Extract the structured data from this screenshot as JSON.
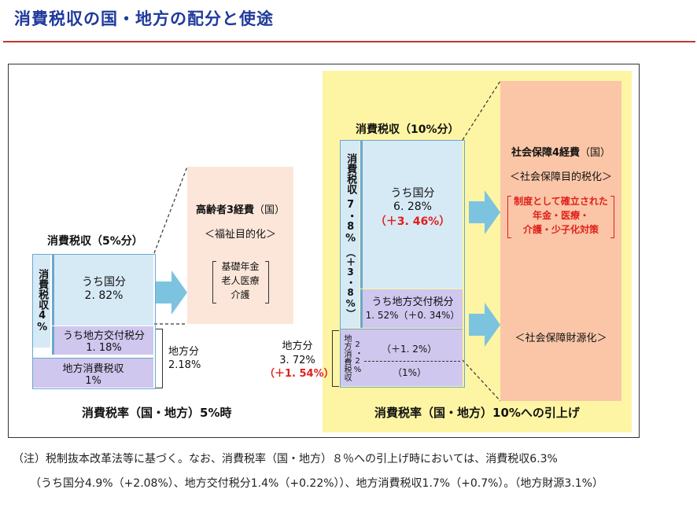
{
  "title": "消費税収の国・地方の配分と使途",
  "left": {
    "header": "消費税収（5%分）",
    "vertical_label": "消費税収4%",
    "kuni": {
      "label": "うち国分",
      "value": "2. 82%"
    },
    "koufu": {
      "label": "うち地方交付税分",
      "value": "1. 18%"
    },
    "chihou_shouhi": {
      "label": "地方消費税収",
      "value": "1%"
    },
    "chihou_bun": {
      "label": "地方分",
      "value": "2.18%"
    },
    "footer": "消費税率（国・地方）5%時"
  },
  "elderly": {
    "title_bold": "高齢者3経費",
    "title_suffix": "（国）",
    "purpose": "＜福祉目的化＞",
    "items": [
      "基礎年金",
      "老人医療",
      "介護"
    ]
  },
  "right": {
    "header": "消費税収（10%分）",
    "vertical_label_main": "消費税収",
    "vertical_label_pct": "7・8%",
    "vertical_label_delta": "（＋3・8%）",
    "kuni": {
      "label": "うち国分",
      "value": "6. 28%",
      "delta": "（＋3. 46%）"
    },
    "koufu": {
      "label": "うち地方交付税分",
      "value": "1. 52%（＋0. 34%）"
    },
    "chihou_vertical": "地方消費税収",
    "chihou_pct": "2・2%",
    "chihou_delta1": "（＋1. 2%）",
    "chihou_delta2": "（1%）",
    "chihou_bun": {
      "label": "地方分",
      "value": "3. 72%",
      "delta": "（＋1. 54%）"
    },
    "footer": "消費税率（国・地方）10%への引上げ"
  },
  "social": {
    "title_bold": "社会保障4経費",
    "title_suffix": "（国）",
    "purpose": "＜社会保障目的税化＞",
    "items": [
      "制度として確立された",
      "年金・医療・",
      "介護・少子化対策"
    ],
    "fiscal": "＜社会保障財源化＞"
  },
  "note": {
    "line1": "（注）税制抜本改革法等に基づく。なお、消費税率（国・地方）８％への引上げ時においては、消費税収6.3%",
    "line2": "（うち国分4.9%（+2.08%）、地方交付税分1.4%（+0.22%））、地方消費税収1.7%（+0.7%）。（地方財源3.1%）"
  },
  "colors": {
    "title": "#1f3a9a",
    "rule": "#c0392b",
    "kuni_box": "#d6eaf6",
    "koufu_box": "#cfc7ee",
    "elderly_box": "#fbe6d9",
    "social_box": "#fbc6a7",
    "yellow_panel": "#fdf5a3",
    "arrow": "#7cc3e0",
    "accent_red": "#e0201b"
  }
}
